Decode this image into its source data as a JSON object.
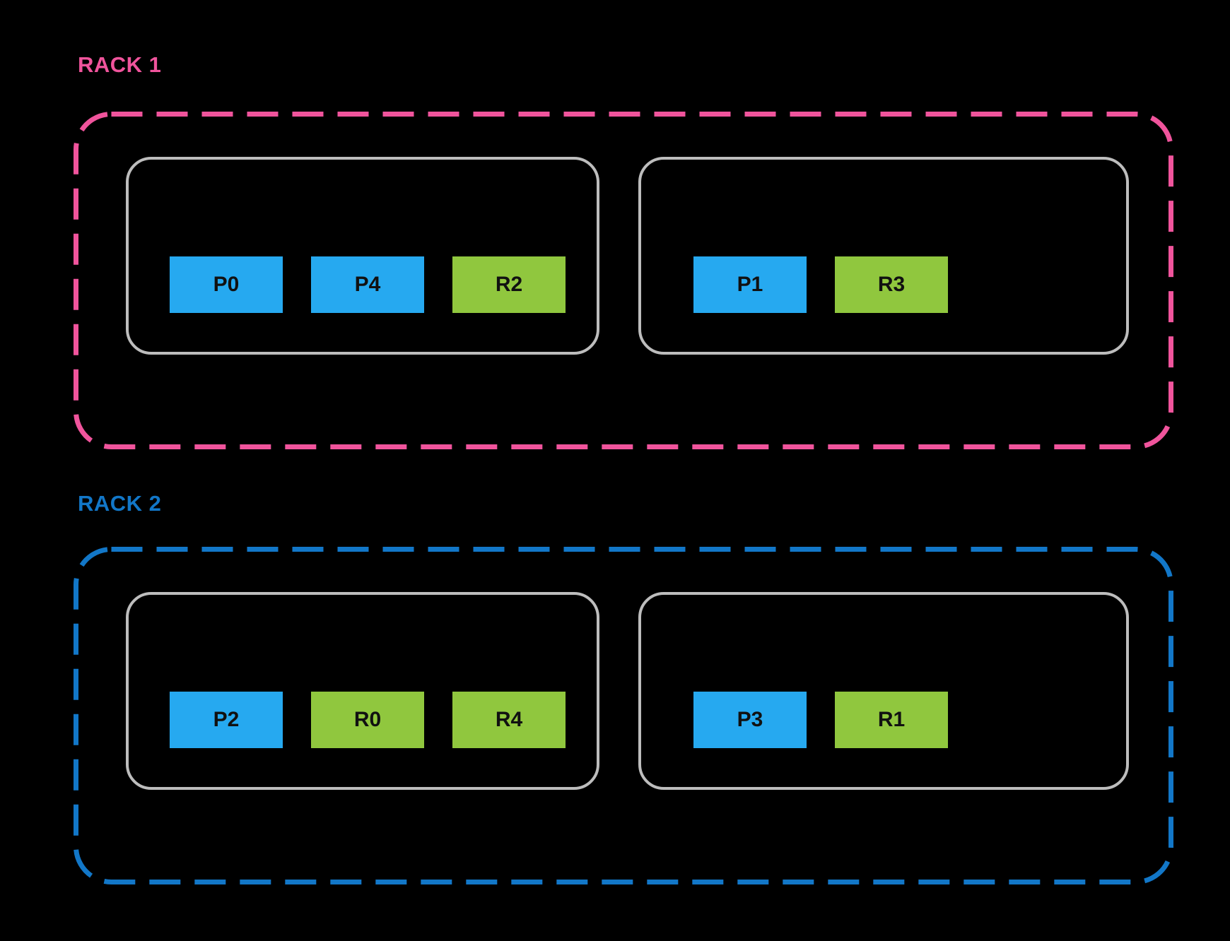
{
  "colors": {
    "background": "#000000",
    "rack1_accent": "#F0549C",
    "rack2_accent": "#1277C8",
    "primary_block": "#26A9F0",
    "replica_block": "#90C73E",
    "host_border": "#BDBDBD",
    "block_text": "#111111"
  },
  "racks": [
    {
      "label": "RACK 1",
      "hosts": [
        {
          "blocks": [
            {
              "label": "P0",
              "type": "primary"
            },
            {
              "label": "P4",
              "type": "primary"
            },
            {
              "label": "R2",
              "type": "replica"
            }
          ]
        },
        {
          "blocks": [
            {
              "label": "P1",
              "type": "primary"
            },
            {
              "label": "R3",
              "type": "replica"
            }
          ]
        }
      ]
    },
    {
      "label": "RACK 2",
      "hosts": [
        {
          "blocks": [
            {
              "label": "P2",
              "type": "primary"
            },
            {
              "label": "R0",
              "type": "replica"
            },
            {
              "label": "R4",
              "type": "replica"
            }
          ]
        },
        {
          "blocks": [
            {
              "label": "P3",
              "type": "primary"
            },
            {
              "label": "R1",
              "type": "replica"
            }
          ]
        }
      ]
    }
  ]
}
